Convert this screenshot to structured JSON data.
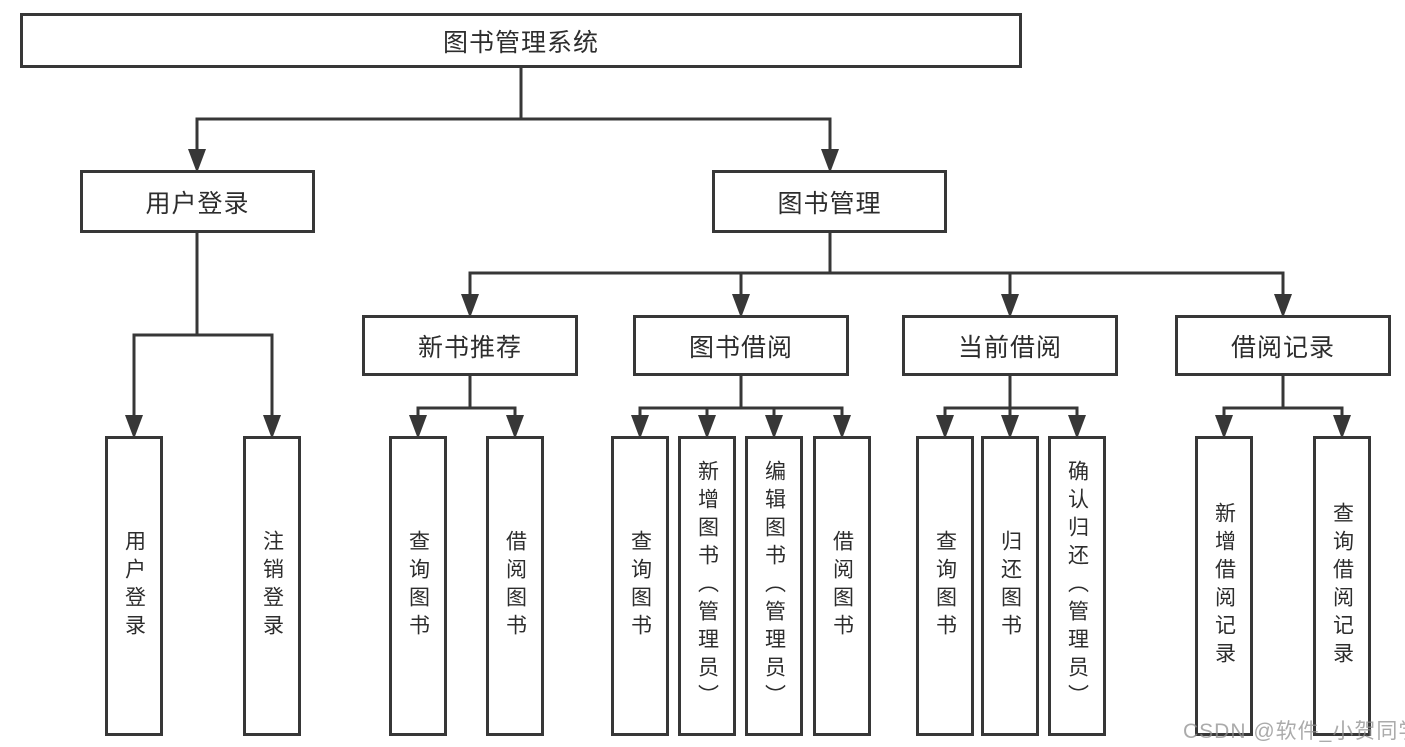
{
  "tree": {
    "label": "图书管理系统",
    "children": [
      {
        "label": "用户登录",
        "children": [
          {
            "label": "用户登录"
          },
          {
            "label": "注销登录"
          }
        ]
      },
      {
        "label": "图书管理",
        "children": [
          {
            "label": "新书推荐",
            "children": [
              {
                "label": "查询图书"
              },
              {
                "label": "借阅图书"
              }
            ]
          },
          {
            "label": "图书借阅",
            "children": [
              {
                "label": "查询图书"
              },
              {
                "label": "新增图书（管理员）"
              },
              {
                "label": "编辑图书（管理员）"
              },
              {
                "label": "借阅图书"
              }
            ]
          },
          {
            "label": "当前借阅",
            "children": [
              {
                "label": "查询图书"
              },
              {
                "label": "归还图书"
              },
              {
                "label": "确认归还（管理员）"
              }
            ]
          },
          {
            "label": "借阅记录",
            "children": [
              {
                "label": "新增借阅记录"
              },
              {
                "label": "查询借阅记录"
              }
            ]
          }
        ]
      }
    ]
  },
  "watermark": "CSDN @软件_小贺同学",
  "colors": {
    "line": "#373737",
    "box_border": "#373737",
    "text": "#2d2d2d",
    "watermark": "#8f8f8f",
    "background": "#ffffff"
  }
}
